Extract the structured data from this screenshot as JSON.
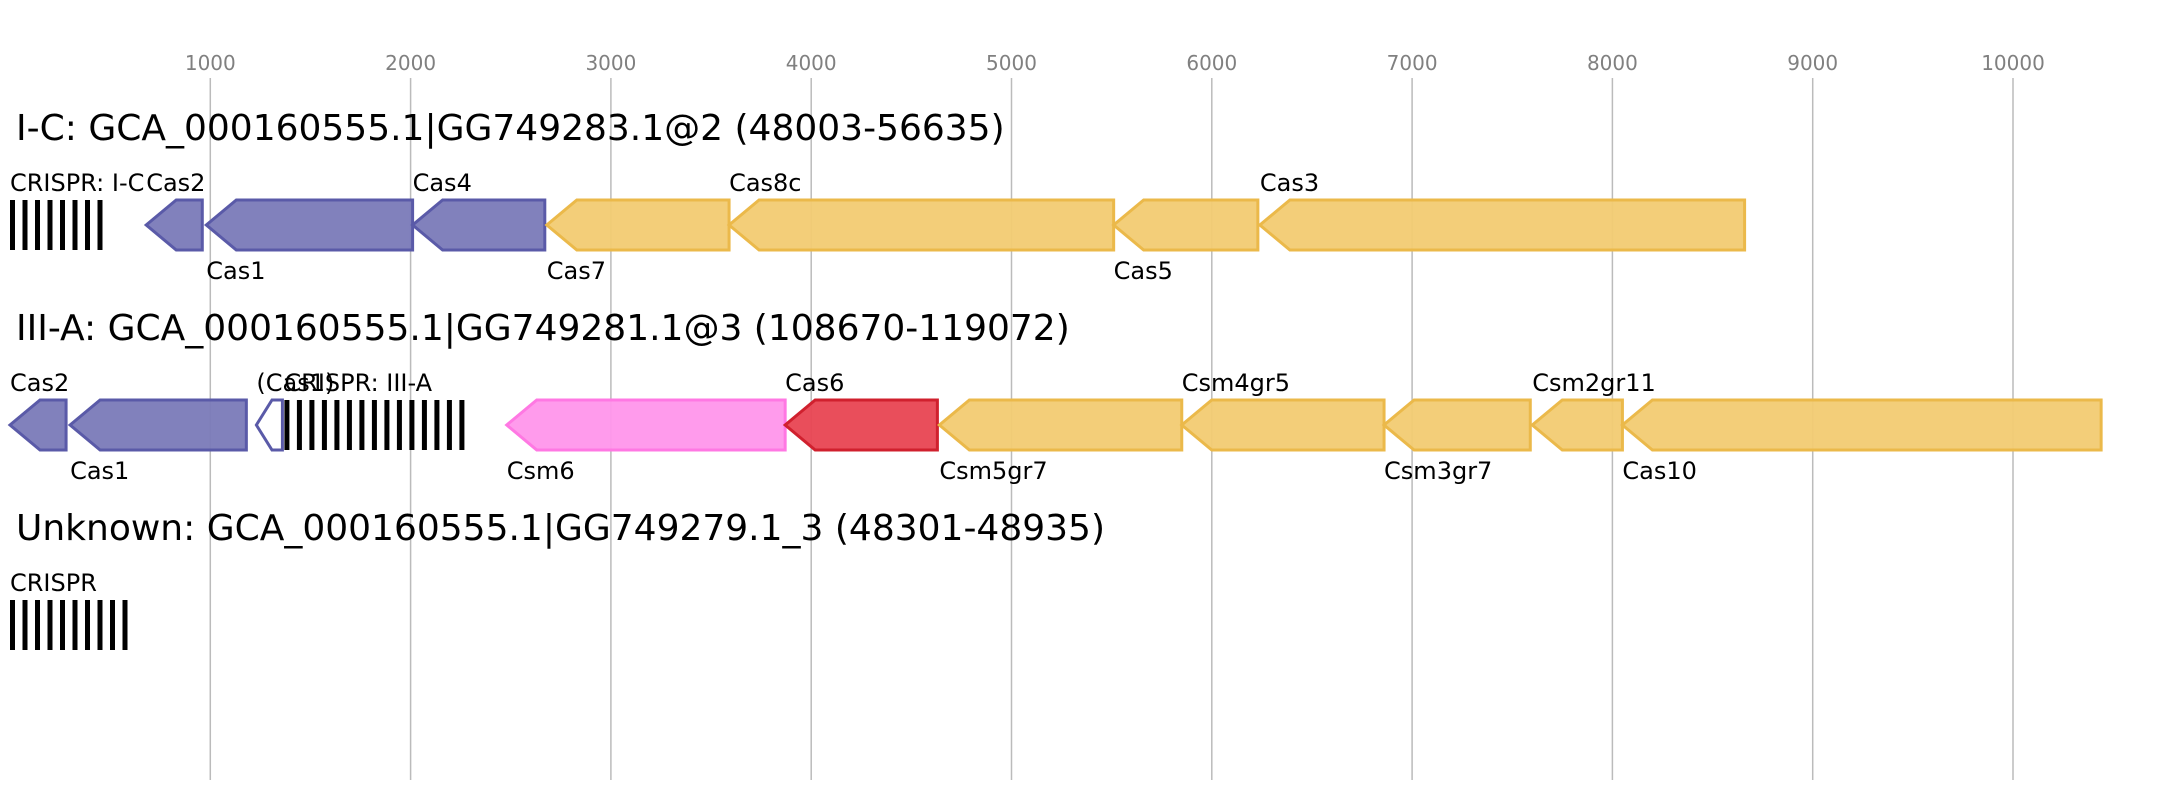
{
  "colors": {
    "grid": "#bbbbbb",
    "blue": "#7a7ab8",
    "blue_stroke": "#5a5aa8",
    "gold": "#f2cb72",
    "gold_stroke": "#ebb94a",
    "pink": "#ff96eb",
    "pink_stroke": "#ff78e3",
    "red": "#e84452",
    "red_stroke": "#d0202e",
    "crispr": "#000000"
  },
  "chart_data": {
    "type": "gene-map",
    "x_axis": {
      "range": [
        0,
        10500
      ],
      "ticks": [
        1000,
        2000,
        3000,
        4000,
        5000,
        6000,
        7000,
        8000,
        9000,
        10000
      ]
    },
    "tracks": [
      {
        "title": "I-C: GCA_000160555.1|GG749283.1@2 (48003-56635)",
        "features": [
          {
            "label": "CRISPR: I-C",
            "kind": "crispr",
            "start": 0,
            "end": 500,
            "label_pos": "top"
          },
          {
            "label": "Cas2",
            "kind": "gene",
            "start": 680,
            "end": 960,
            "strand": "-",
            "color": "blue",
            "label_pos": "top"
          },
          {
            "label": "Cas1",
            "kind": "gene",
            "start": 980,
            "end": 2010,
            "strand": "-",
            "color": "blue",
            "label_pos": "bottom"
          },
          {
            "label": "Cas4",
            "kind": "gene",
            "start": 2010,
            "end": 2670,
            "strand": "-",
            "color": "blue",
            "label_pos": "top"
          },
          {
            "label": "Cas7",
            "kind": "gene",
            "start": 2680,
            "end": 3590,
            "strand": "-",
            "color": "gold",
            "label_pos": "bottom"
          },
          {
            "label": "Cas8c",
            "kind": "gene",
            "start": 3590,
            "end": 5510,
            "strand": "-",
            "color": "gold",
            "label_pos": "top"
          },
          {
            "label": "Cas5",
            "kind": "gene",
            "start": 5510,
            "end": 6230,
            "strand": "-",
            "color": "gold",
            "label_pos": "bottom"
          },
          {
            "label": "Cas3",
            "kind": "gene",
            "start": 6240,
            "end": 8660,
            "strand": "-",
            "color": "gold",
            "label_pos": "top"
          }
        ]
      },
      {
        "title": "III-A: GCA_000160555.1|GG749281.1@3 (108670-119072)",
        "features": [
          {
            "label": "Cas2",
            "kind": "gene",
            "start": 0,
            "end": 280,
            "strand": "-",
            "color": "blue",
            "label_pos": "top"
          },
          {
            "label": "Cas1",
            "kind": "gene",
            "start": 300,
            "end": 1180,
            "strand": "-",
            "color": "blue",
            "label_pos": "bottom"
          },
          {
            "label": "(Cas1)",
            "kind": "gene",
            "start": 1230,
            "end": 1360,
            "strand": "-",
            "color": "blue",
            "hollow": true,
            "label_pos": "top"
          },
          {
            "label": "CRISPR: III-A",
            "kind": "crispr",
            "start": 1370,
            "end": 2270,
            "label_pos": "top"
          },
          {
            "label": "Csm6",
            "kind": "gene",
            "start": 2480,
            "end": 3870,
            "strand": "-",
            "color": "pink",
            "label_pos": "bottom"
          },
          {
            "label": "Cas6",
            "kind": "gene",
            "start": 3870,
            "end": 4630,
            "strand": "-",
            "color": "red",
            "label_pos": "top"
          },
          {
            "label": "Csm5gr7",
            "kind": "gene",
            "start": 4640,
            "end": 5850,
            "strand": "-",
            "color": "gold",
            "label_pos": "bottom"
          },
          {
            "label": "Csm4gr5",
            "kind": "gene",
            "start": 5850,
            "end": 6860,
            "strand": "-",
            "color": "gold",
            "label_pos": "top"
          },
          {
            "label": "Csm3gr7",
            "kind": "gene",
            "start": 6860,
            "end": 7590,
            "strand": "-",
            "color": "gold",
            "label_pos": "bottom"
          },
          {
            "label": "Csm2gr11",
            "kind": "gene",
            "start": 7600,
            "end": 8050,
            "strand": "-",
            "color": "gold",
            "label_pos": "top"
          },
          {
            "label": "Cas10",
            "kind": "gene",
            "start": 8050,
            "end": 10440,
            "strand": "-",
            "color": "gold",
            "label_pos": "bottom"
          }
        ]
      },
      {
        "title": "Unknown: GCA_000160555.1|GG749279.1_3 (48301-48935)",
        "features": [
          {
            "label": "CRISPR",
            "kind": "crispr",
            "start": 0,
            "end": 630,
            "label_pos": "top"
          }
        ]
      }
    ]
  }
}
